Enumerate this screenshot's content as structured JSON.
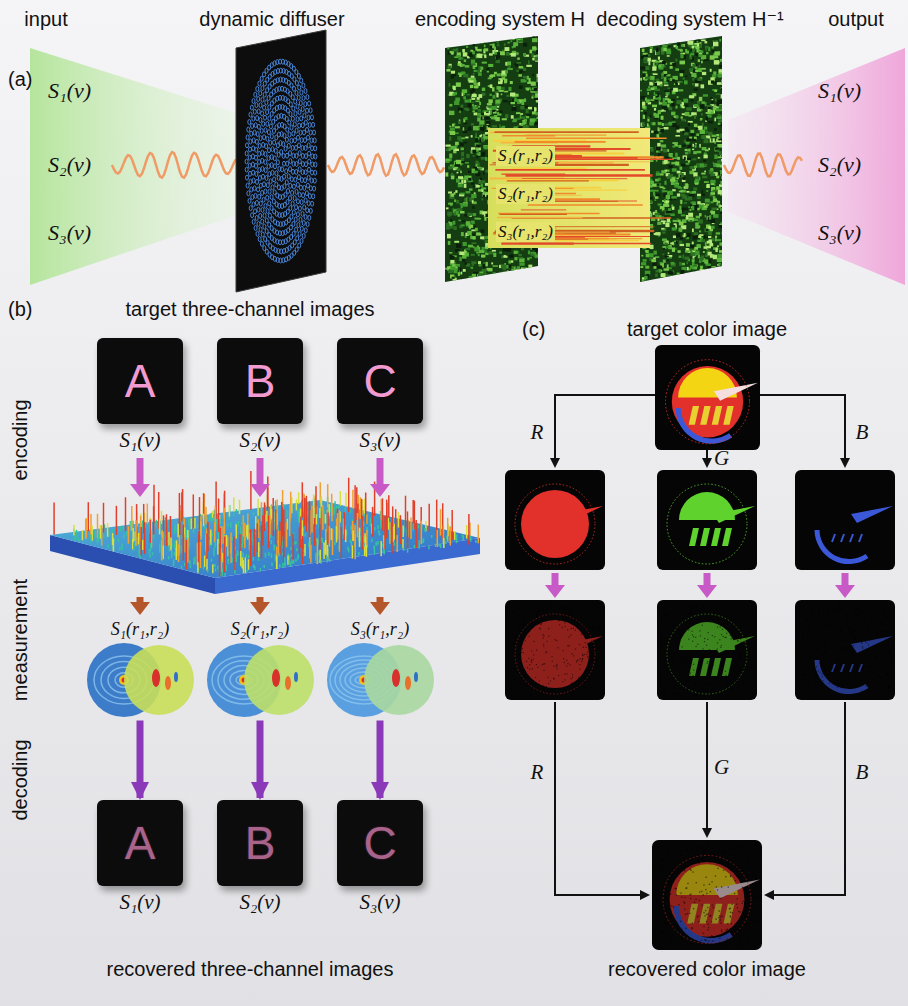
{
  "diagram": {
    "nodes": [
      {
        "text": [
          "A",
          "S₁(v)"
        ]
      },
      {
        "text": [
          "B",
          "S₂(v)"
        ]
      },
      {
        "text": [
          "C",
          "S₃(v)"
        ]
      },
      {
        "text": [
          "S₁(r₁,r₂)"
        ]
      },
      {
        "text": [
          "S₂(r₁,r₂)"
        ]
      },
      {
        "text": [
          "S₃(r₁,r₂)"
        ]
      },
      {
        "text": [
          "A",
          "S₁(v)"
        ]
      },
      {
        "text": [
          "B",
          "S₂(v)"
        ]
      },
      {
        "text": [
          "C",
          "S₃(v)"
        ]
      }
    ],
    "edges": [
      {
        "from": 3,
        "to": 6,
        "arrow": "to"
      },
      {
        "from": 4,
        "to": 7,
        "arrow": "to"
      },
      {
        "from": 5,
        "to": 8,
        "arrow": "to"
      }
    ],
    "labels": [
      "(a)",
      "input",
      "dynamic diffuser",
      "encoding system H",
      "decoding system H⁻¹",
      "output",
      "S₁(v)",
      "S₂(v)",
      "S₃(v)",
      "S₁(r₁,r₂)",
      "S₂(r₁,r₂)",
      "S₃(r₁,r₂)",
      "S₁(v)",
      "S₂(v)",
      "S₃(v)",
      "target three-channel images",
      "(b)",
      "encoding",
      "measurement",
      "decoding",
      "recovered three-channel images",
      "(c)",
      "target color image",
      "R",
      "G",
      "B",
      "R",
      "G",
      "B",
      "recovered color image"
    ]
  }
}
